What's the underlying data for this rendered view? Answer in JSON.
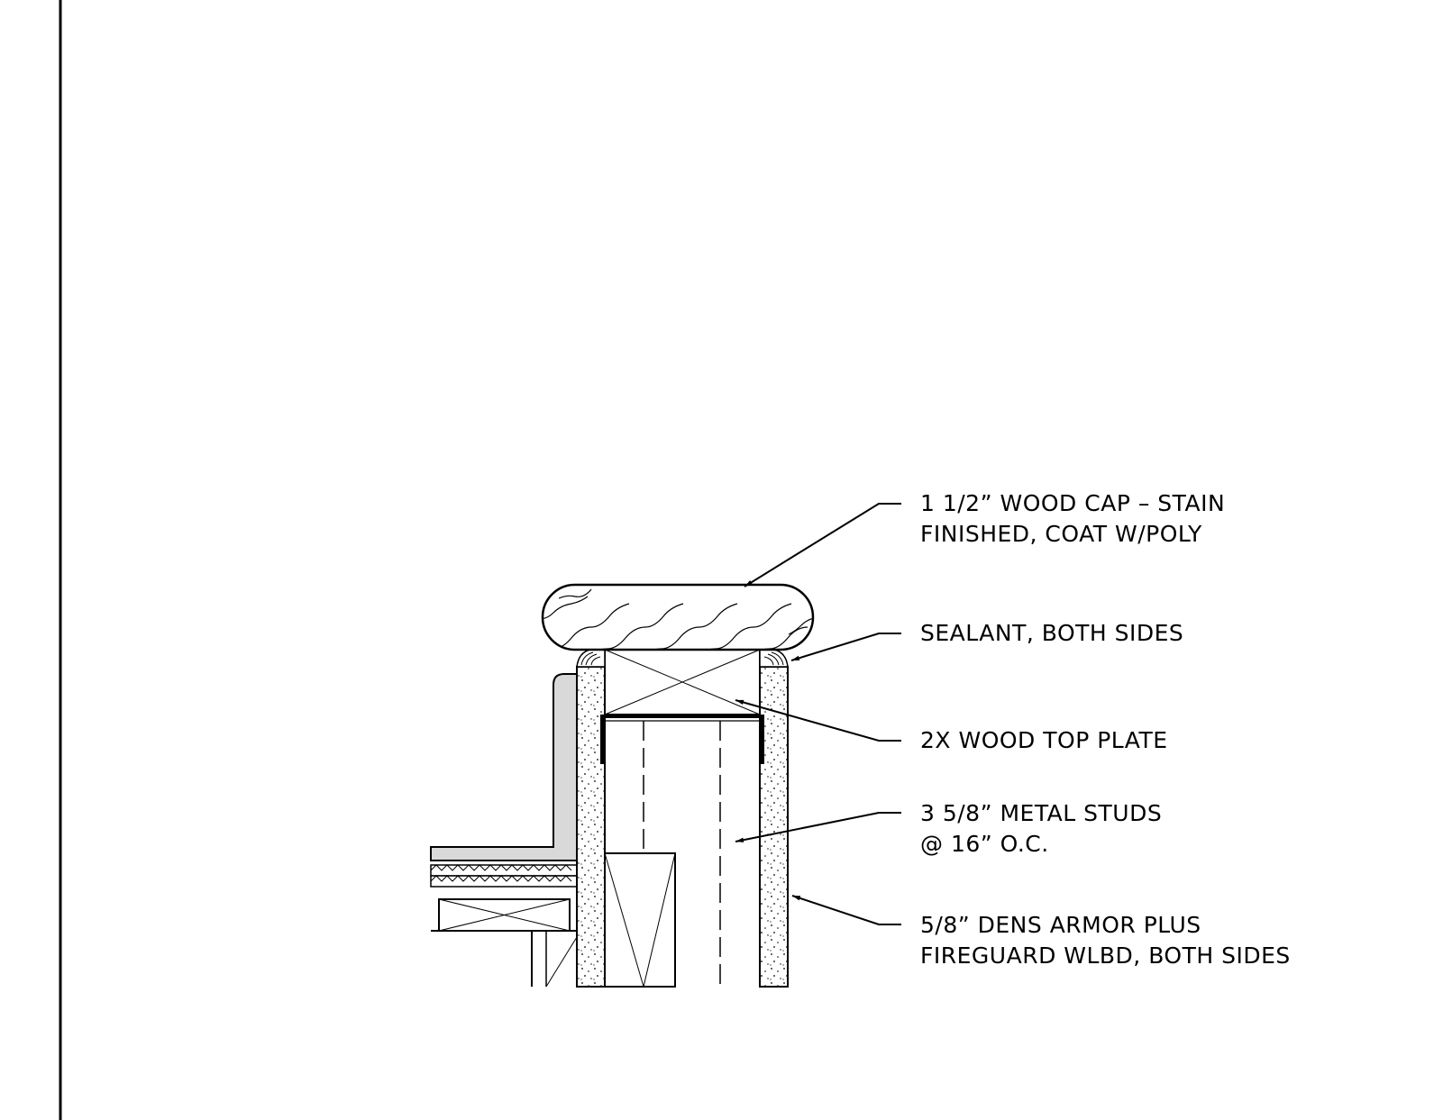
{
  "drawing": {
    "colors": {
      "line": "#000000",
      "fill_gray": "#d9d9d9",
      "background": "#ffffff"
    },
    "notes": [
      {
        "id": "wood-cap",
        "lines": [
          "1 1/2” WOOD CAP – STAIN",
          "FINISHED, COAT W/POLY"
        ]
      },
      {
        "id": "sealant",
        "lines": [
          "SEALANT, BOTH SIDES"
        ]
      },
      {
        "id": "top-plate",
        "lines": [
          "2X WOOD TOP PLATE"
        ]
      },
      {
        "id": "metal-studs",
        "lines": [
          "3 5/8” METAL STUDS",
          "@ 16” O.C."
        ]
      },
      {
        "id": "dens-armor",
        "lines": [
          "5/8” DENS ARMOR PLUS",
          "FIREGUARD WLBD, BOTH SIDES"
        ]
      }
    ]
  }
}
